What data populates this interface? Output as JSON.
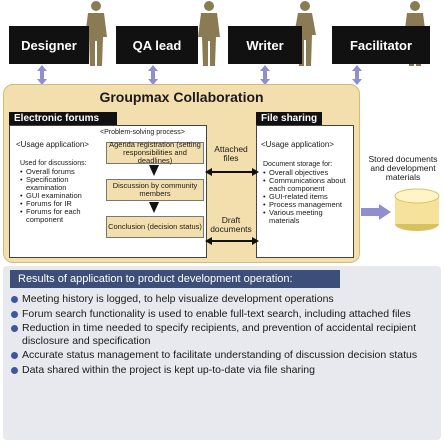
{
  "roles": [
    "Designer",
    "QA lead",
    "Writer",
    "Facilitator"
  ],
  "title": "Groupmax Collaboration",
  "forums": {
    "header": "Electronic forums",
    "process_label": "<Problem-solving process>",
    "usage_label": "<Usage application>",
    "used_for_label": "Used for discussions:",
    "used_for_items": [
      "Overall forums",
      "Specification examination",
      "GUI examination",
      "Forums for IR",
      "Forums for each component"
    ],
    "steps": [
      "Agenda registration (setting responsibilities and deadlines)",
      "Discussion by community members",
      "Conclusion (decision status)"
    ]
  },
  "connectors": {
    "attached": "Attached files",
    "draft": "Draft documents"
  },
  "sharing": {
    "header": "File sharing",
    "usage_label": "<Usage application>",
    "storage_label": "Document storage for:",
    "items": [
      "Overall objectives",
      "Communications about each component",
      "GUI-related items",
      "Process management",
      "Various meeting materials"
    ]
  },
  "stored": "Stored documents and development materials",
  "results": {
    "header": "Results of application to product development operation:",
    "items": [
      "Meeting history is logged, to help visualize development operations",
      "Forum search functionality is used to enable full-text search, including attached files",
      "Reduction in time needed to specify recipients, and prevention of accidental recipient disclosure and specification",
      "Accurate status management to facilitate understanding of discussion decision status",
      "Data shared within the project is kept up-to-date via file sharing"
    ]
  },
  "colors": {
    "accent": "#f3dfae",
    "dark": "#111111",
    "arrow": "#8f8fcf",
    "results_head": "#3d4f78",
    "bullet": "#3d56a0"
  }
}
